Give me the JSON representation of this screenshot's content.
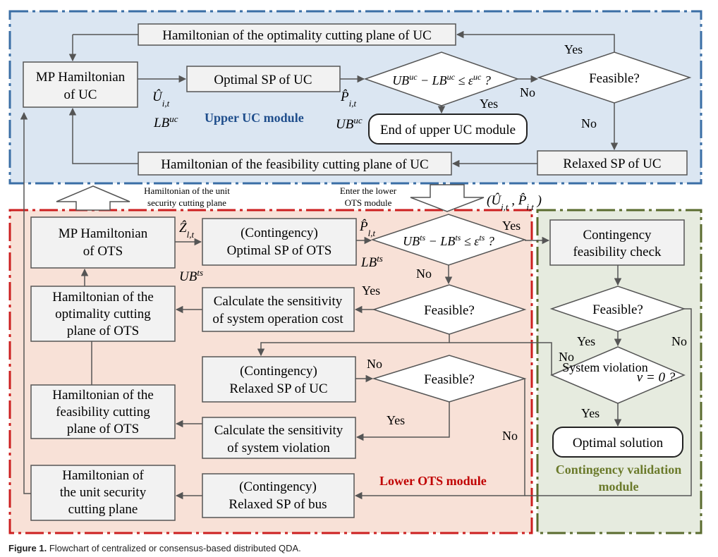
{
  "figure": {
    "caption_label": "Figure 1.",
    "caption_text": "Flowchart of centralized or consensus-based distributed QDA."
  },
  "modules": {
    "upper": "Upper UC module",
    "lower": "Lower OTS module",
    "validation_line1": "Contingency validation",
    "validation_line2": "module"
  },
  "boxes": {
    "h_opt_uc": "Hamiltonian of the optimality cutting plane of UC",
    "mp_uc_1": "MP Hamiltonian",
    "mp_uc_2": "of UC",
    "opt_sp_uc": "Optimal SP of UC",
    "end_upper": "End of upper UC module",
    "relaxed_sp_uc": "Relaxed SP of UC",
    "h_feas_uc": "Hamiltonian of the feasibility cutting plane of UC",
    "mp_ots_1": "MP Hamiltonian",
    "mp_ots_2": "of OTS",
    "opt_sp_ots_1": "(Contingency)",
    "opt_sp_ots_2": "Optimal SP of OTS",
    "cont_check_1": "Contingency",
    "cont_check_2": "feasibility check",
    "h_opt_ots_1": "Hamiltonian of the",
    "h_opt_ots_2": "optimality cutting",
    "h_opt_ots_3": "plane of OTS",
    "calc_cost_1": "Calculate the sensitivity",
    "calc_cost_2": "of system operation cost",
    "relaxed_uc_1": "(Contingency)",
    "relaxed_uc_2": "Relaxed SP of UC",
    "h_feas_ots_1": "Hamiltonian of the",
    "h_feas_ots_2": "feasibility cutting",
    "h_feas_ots_3": "plane of OTS",
    "calc_viol_1": "Calculate the sensitivity",
    "calc_viol_2": "of system violation",
    "optimal_solution": "Optimal solution",
    "h_unit_1": "Hamiltonian of",
    "h_unit_2": "the unit security",
    "h_unit_3": "cutting plane",
    "relaxed_bus_1": "(Contingency)",
    "relaxed_bus_2": "Relaxed SP of bus"
  },
  "decisions": {
    "d_feasible_uc": "Feasible?",
    "d_feasible_ots": "Feasible?",
    "d_feasible_relaxed": "Feasible?",
    "d_feasible_cont": "Feasible?",
    "d_violation": "System violation"
  },
  "labels": {
    "yes": "Yes",
    "no": "No",
    "arrow_up_1": "Hamiltonian of the unit",
    "arrow_up_2": "security cutting plane",
    "arrow_down_1": "Enter the lower",
    "arrow_down_2": "OTS module"
  }
}
